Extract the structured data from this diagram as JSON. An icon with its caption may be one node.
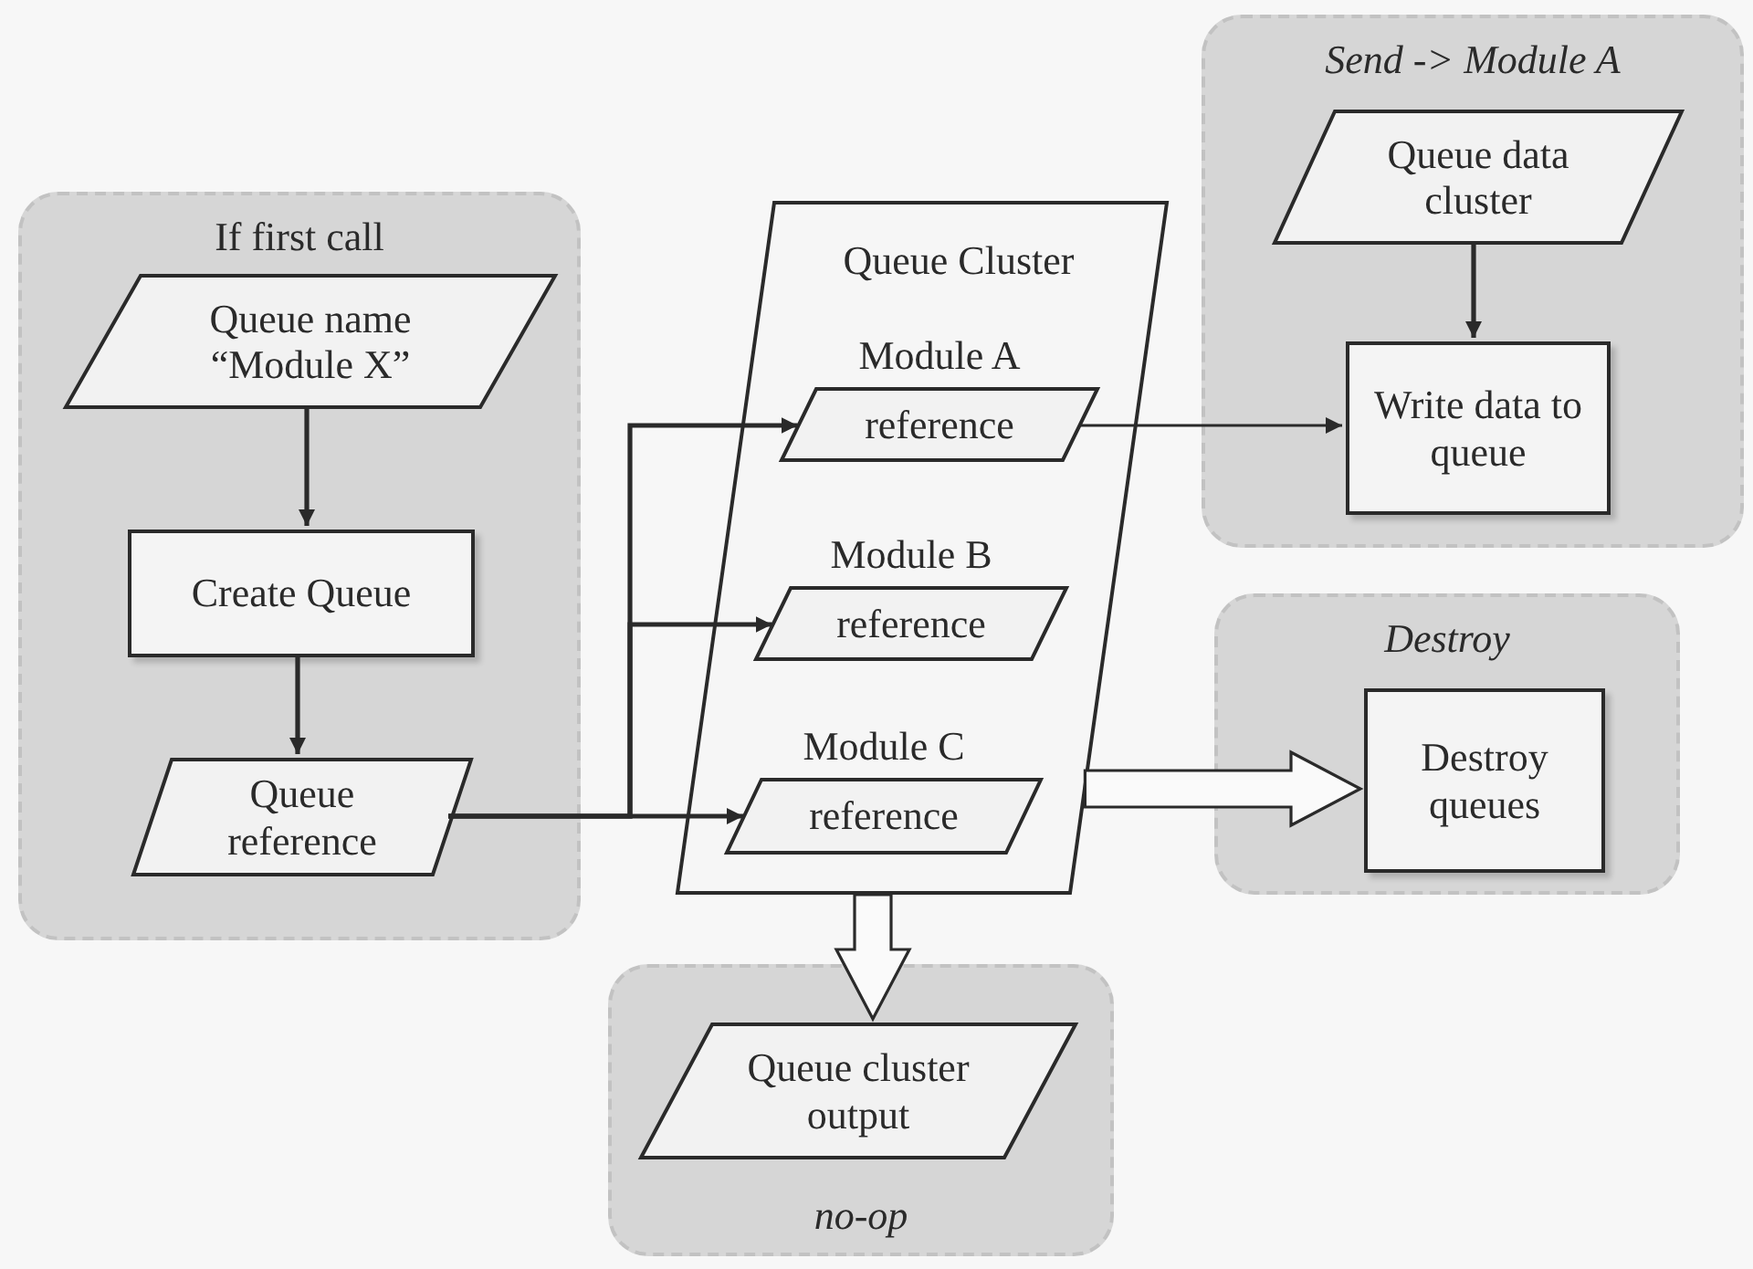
{
  "diagram": {
    "nodes": [
      {
        "text": [
          "If first call"
        ]
      },
      {
        "text": [
          "Queue name “Module X”"
        ],
        "in": 0
      },
      {
        "text": [
          "Create Queue"
        ],
        "in": 0
      },
      {
        "text": [
          "Queue reference"
        ],
        "in": 0
      },
      {
        "text": [
          "Queue Cluster"
        ]
      },
      {
        "text": [
          "Module A",
          "reference"
        ],
        "in": 4
      },
      {
        "text": [
          "Module B",
          "reference"
        ],
        "in": 4
      },
      {
        "text": [
          "Module C",
          "reference"
        ],
        "in": 4
      },
      {
        "text": [
          "Send -> Module A"
        ]
      },
      {
        "text": [
          "Queue data cluster"
        ],
        "in": 8
      },
      {
        "text": [
          "Write data to queue"
        ],
        "in": 8
      },
      {
        "text": [
          "Destroy"
        ]
      },
      {
        "text": [
          "Destroy queues"
        ],
        "in": 11
      },
      {
        "text": [
          "no-op"
        ]
      },
      {
        "text": [
          "Queue cluster output"
        ],
        "in": 13
      }
    ],
    "edges": [
      {
        "from": 1,
        "to": 2,
        "arrow": "to"
      },
      {
        "from": 2,
        "to": 3,
        "arrow": "to"
      },
      {
        "from": 3,
        "to": 5,
        "arrow": "to"
      },
      {
        "from": 3,
        "to": 6,
        "arrow": "to"
      },
      {
        "from": 3,
        "to": 7,
        "arrow": "to"
      },
      {
        "from": 5,
        "to": 10,
        "arrow": "to"
      },
      {
        "from": 9,
        "to": 10,
        "arrow": "to"
      },
      {
        "from": 4,
        "to": 12,
        "arrow": "to",
        "style": "thick"
      },
      {
        "from": 4,
        "to": 14,
        "arrow": "to",
        "style": "thick"
      }
    ]
  }
}
